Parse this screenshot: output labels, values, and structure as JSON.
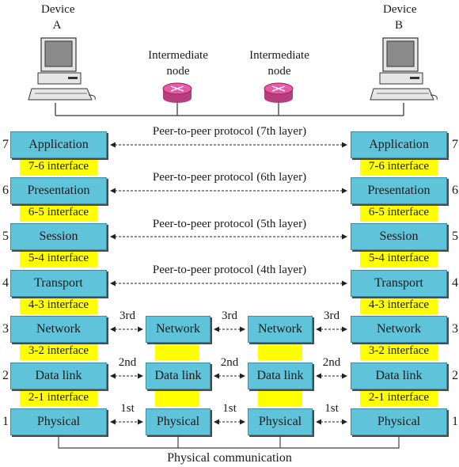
{
  "devices": {
    "a_title": "Device",
    "a_letter": "A",
    "b_title": "Device",
    "b_letter": "B",
    "intermediate_1": [
      "Intermediate",
      "node"
    ],
    "intermediate_2": [
      "Intermediate",
      "node"
    ]
  },
  "layer_numbers": [
    "7",
    "6",
    "5",
    "4",
    "3",
    "2",
    "1"
  ],
  "device_layers": [
    "Application",
    "Presentation",
    "Session",
    "Transport",
    "Network",
    "Data link",
    "Physical"
  ],
  "interfaces": [
    "7-6 interface",
    "6-5 interface",
    "5-4 interface",
    "4-3 interface",
    "3-2 interface",
    "2-1 interface"
  ],
  "node_layers": [
    "Network",
    "Data link",
    "Physical"
  ],
  "protocols": [
    "Peer-to-peer protocol (7th layer)",
    "Peer-to-peer protocol (6th layer)",
    "Peer-to-peer protocol (5th layer)",
    "Peer-to-peer protocol (4th layer)"
  ],
  "hop_labels": [
    "3rd",
    "2nd",
    "1st"
  ],
  "physical_communication": "Physical communication",
  "colors": {
    "layer": "#5fc3d9",
    "interface": "#ffff00",
    "router": "#e85aa8"
  }
}
